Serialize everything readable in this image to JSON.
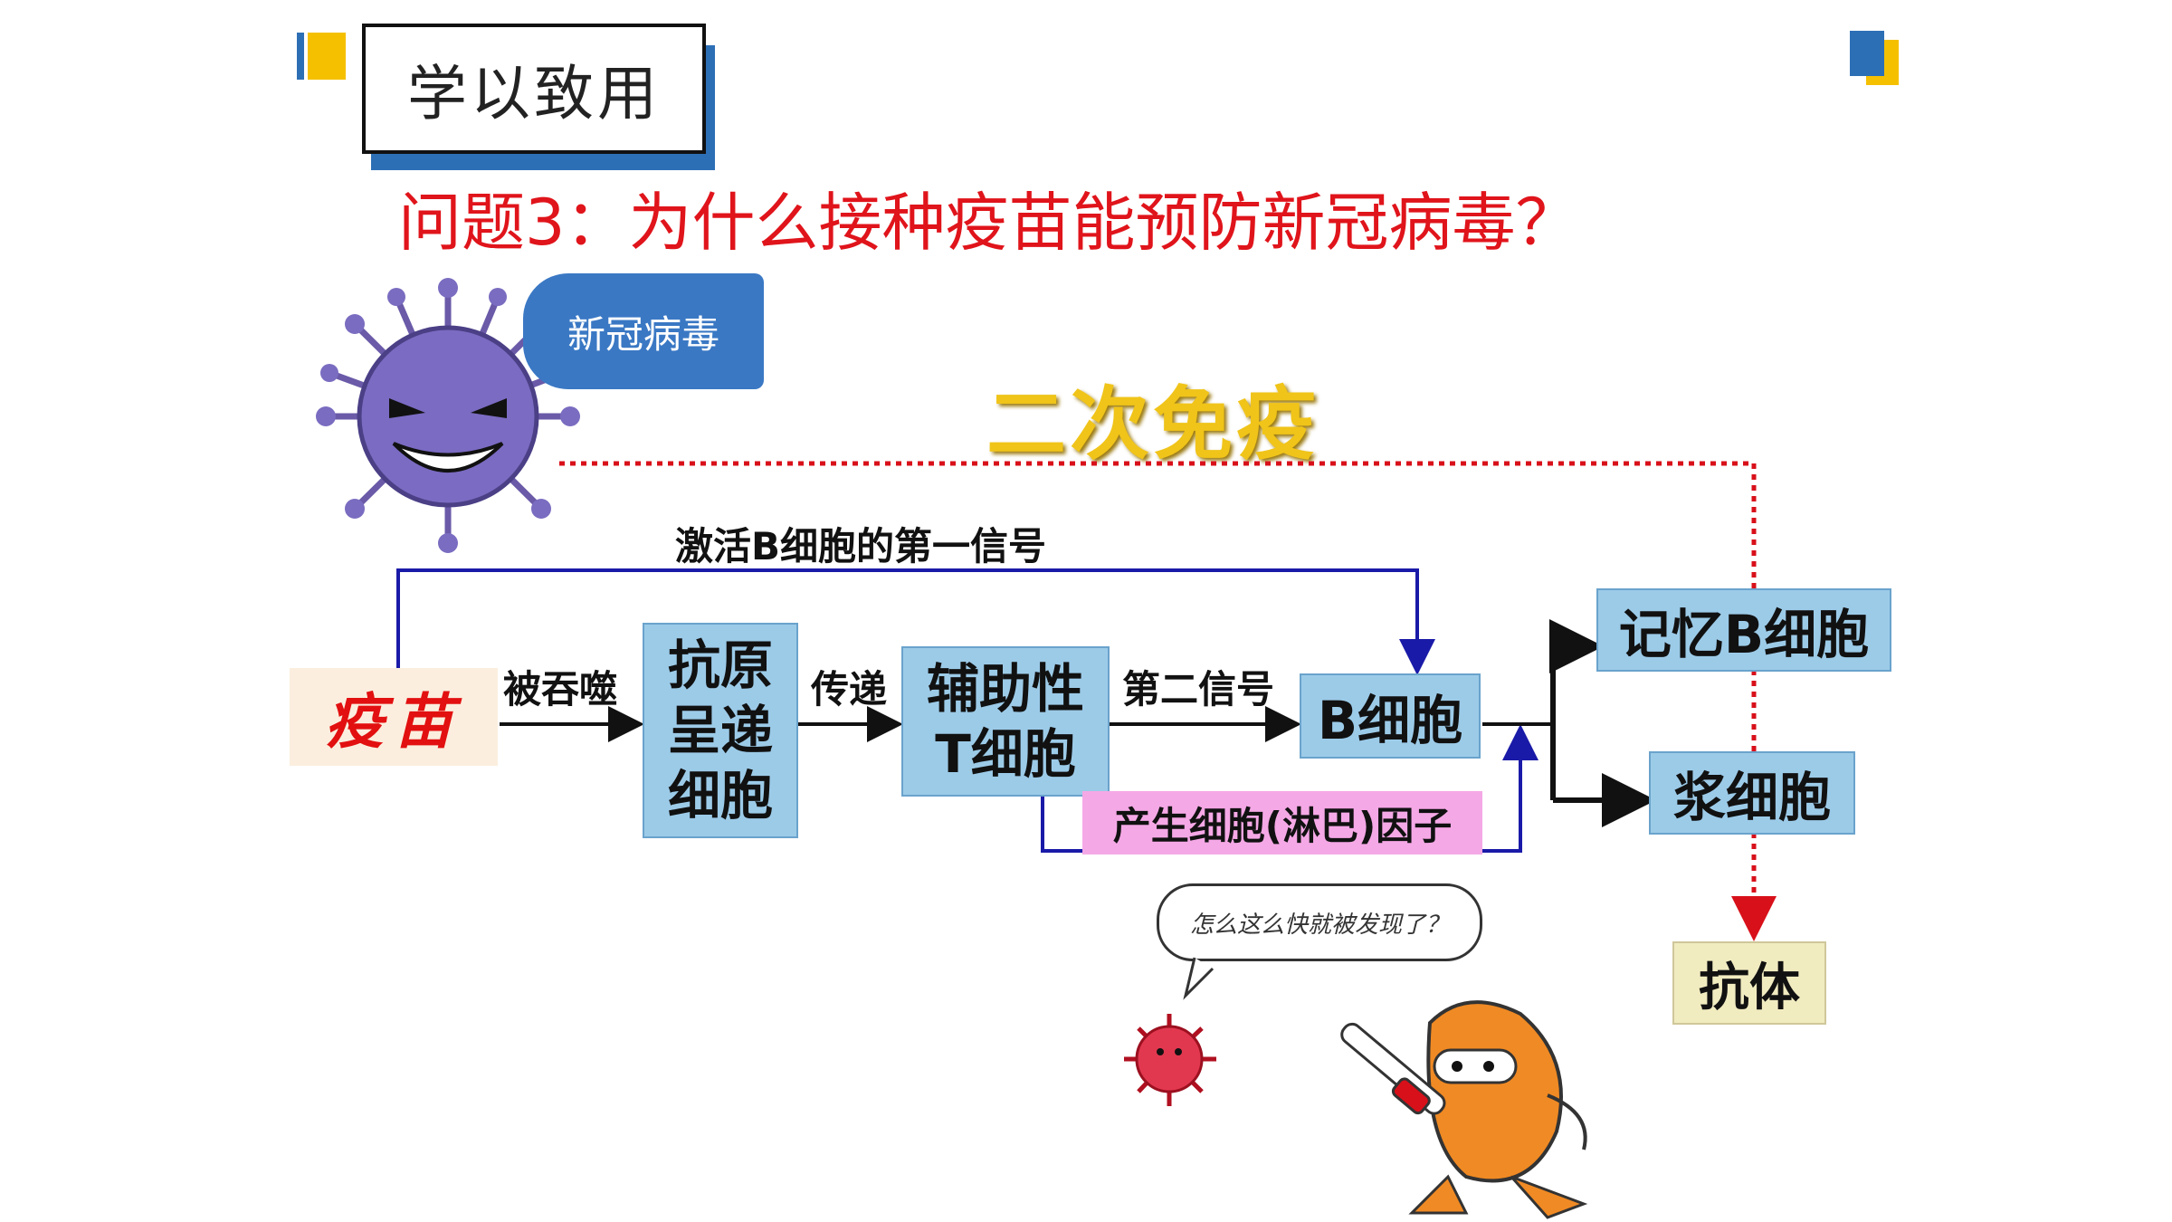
{
  "header": {
    "title": "学以致用"
  },
  "question": "问题3：为什么接种疫苗能预防新冠病毒？",
  "virus_label": "新冠病毒",
  "secondary_immunity": "二次免疫",
  "diagram": {
    "vaccine": "疫苗",
    "phagocytosed": "被吞噬",
    "apc": "抗原呈递细胞",
    "transfer": "传递",
    "helper_t": "辅助性T细胞",
    "second_signal": "第二信号",
    "b_cell": "B细胞",
    "first_signal": "激活B细胞的第一信号",
    "cytokine": "产生细胞(淋巴)因子",
    "memory_b": "记忆B细胞",
    "plasma": "浆细胞",
    "antibody": "抗体"
  },
  "cartoon_speech": "怎么这么快就被发现了？",
  "colors": {
    "accent_red": "#e0141b",
    "box_blue": "#9ccbe8",
    "line_blue": "#1a1aa8",
    "dotted_red": "#d8101a",
    "gold": "#f0c419"
  }
}
